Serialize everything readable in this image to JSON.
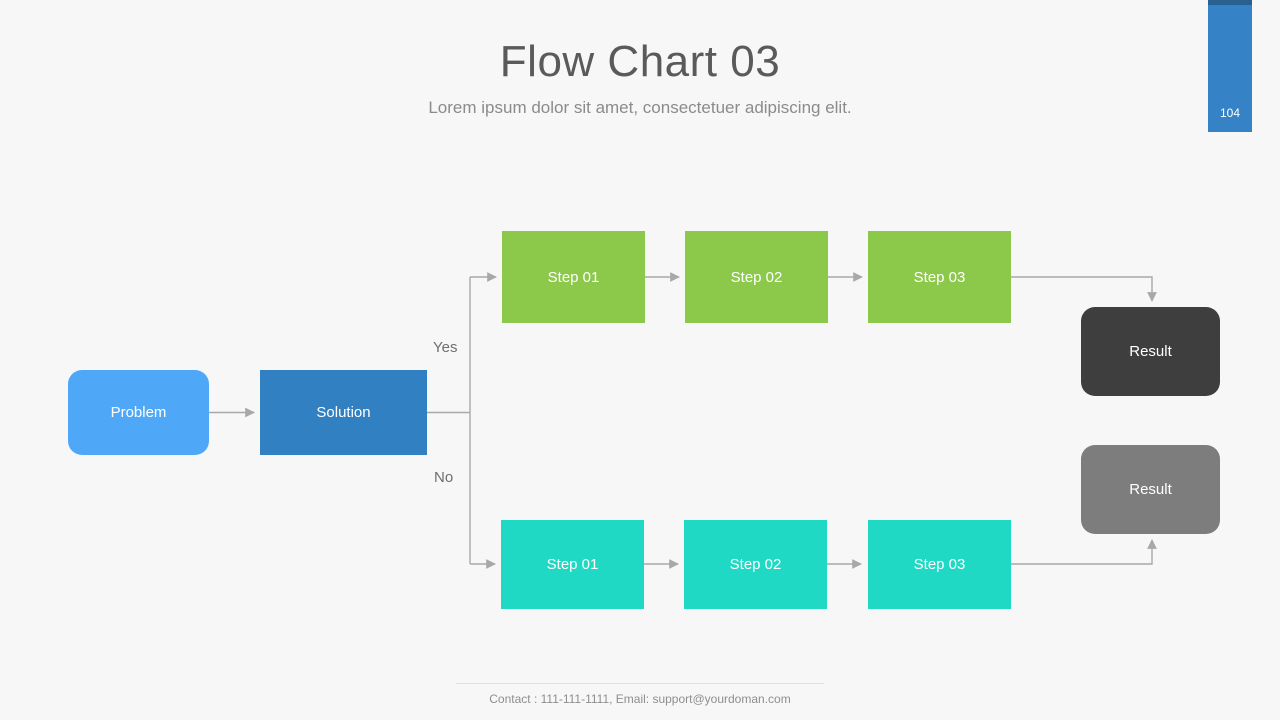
{
  "header": {
    "title": "Flow Chart 03",
    "subtitle": "Lorem ipsum dolor sit amet, consectetuer  adipiscing elit."
  },
  "page_tab": {
    "number": "104",
    "color": "#3583c6",
    "shadow_color": "#28608f"
  },
  "flow": {
    "start": {
      "label": "Problem",
      "color": "#4fa8f7",
      "shape": "rounded-rect"
    },
    "decision": {
      "label": "Solution",
      "color": "#3180c2",
      "shape": "rect"
    },
    "branches": [
      {
        "condition_label": "Yes",
        "color": "#8cc94b",
        "steps": [
          {
            "label": "Step 01"
          },
          {
            "label": "Step 02"
          },
          {
            "label": "Step 03"
          }
        ],
        "result": {
          "label": "Result",
          "color": "#3e3e3e"
        }
      },
      {
        "condition_label": "No",
        "color": "#1fd9c4",
        "steps": [
          {
            "label": "Step 01"
          },
          {
            "label": "Step 02"
          },
          {
            "label": "Step 03"
          }
        ],
        "result": {
          "label": "Result",
          "color": "#7d7d7d"
        }
      }
    ]
  },
  "footer": {
    "contact": "Contact : 111-111-1111, Email: support@yourdoman.com"
  },
  "theme": {
    "background": "#f7f7f7",
    "connector": "#a8a8a8",
    "title_color": "#5a5a5a",
    "subtitle_color": "#8b8b8b"
  }
}
